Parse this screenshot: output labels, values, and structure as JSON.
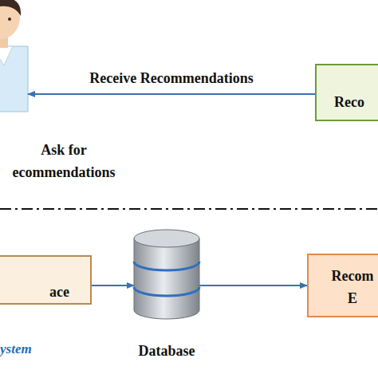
{
  "diagram": {
    "nodes": [
      {
        "text": [
          "Ask for ecommendations"
        ]
      },
      {
        "text": [
          "Reco"
        ]
      },
      {
        "text": [
          "ace"
        ]
      },
      {
        "text": [
          "Database"
        ]
      },
      {
        "text": [
          "Recom E"
        ]
      }
    ],
    "edges": [
      {
        "from": 1,
        "to": 0,
        "arrow": "to",
        "label": "Receive Recommendations"
      },
      {
        "from": 2,
        "to": 3,
        "arrow": "to"
      },
      {
        "from": 3,
        "to": 4,
        "arrow": "to"
      }
    ],
    "labels": [
      "ystem"
    ]
  }
}
